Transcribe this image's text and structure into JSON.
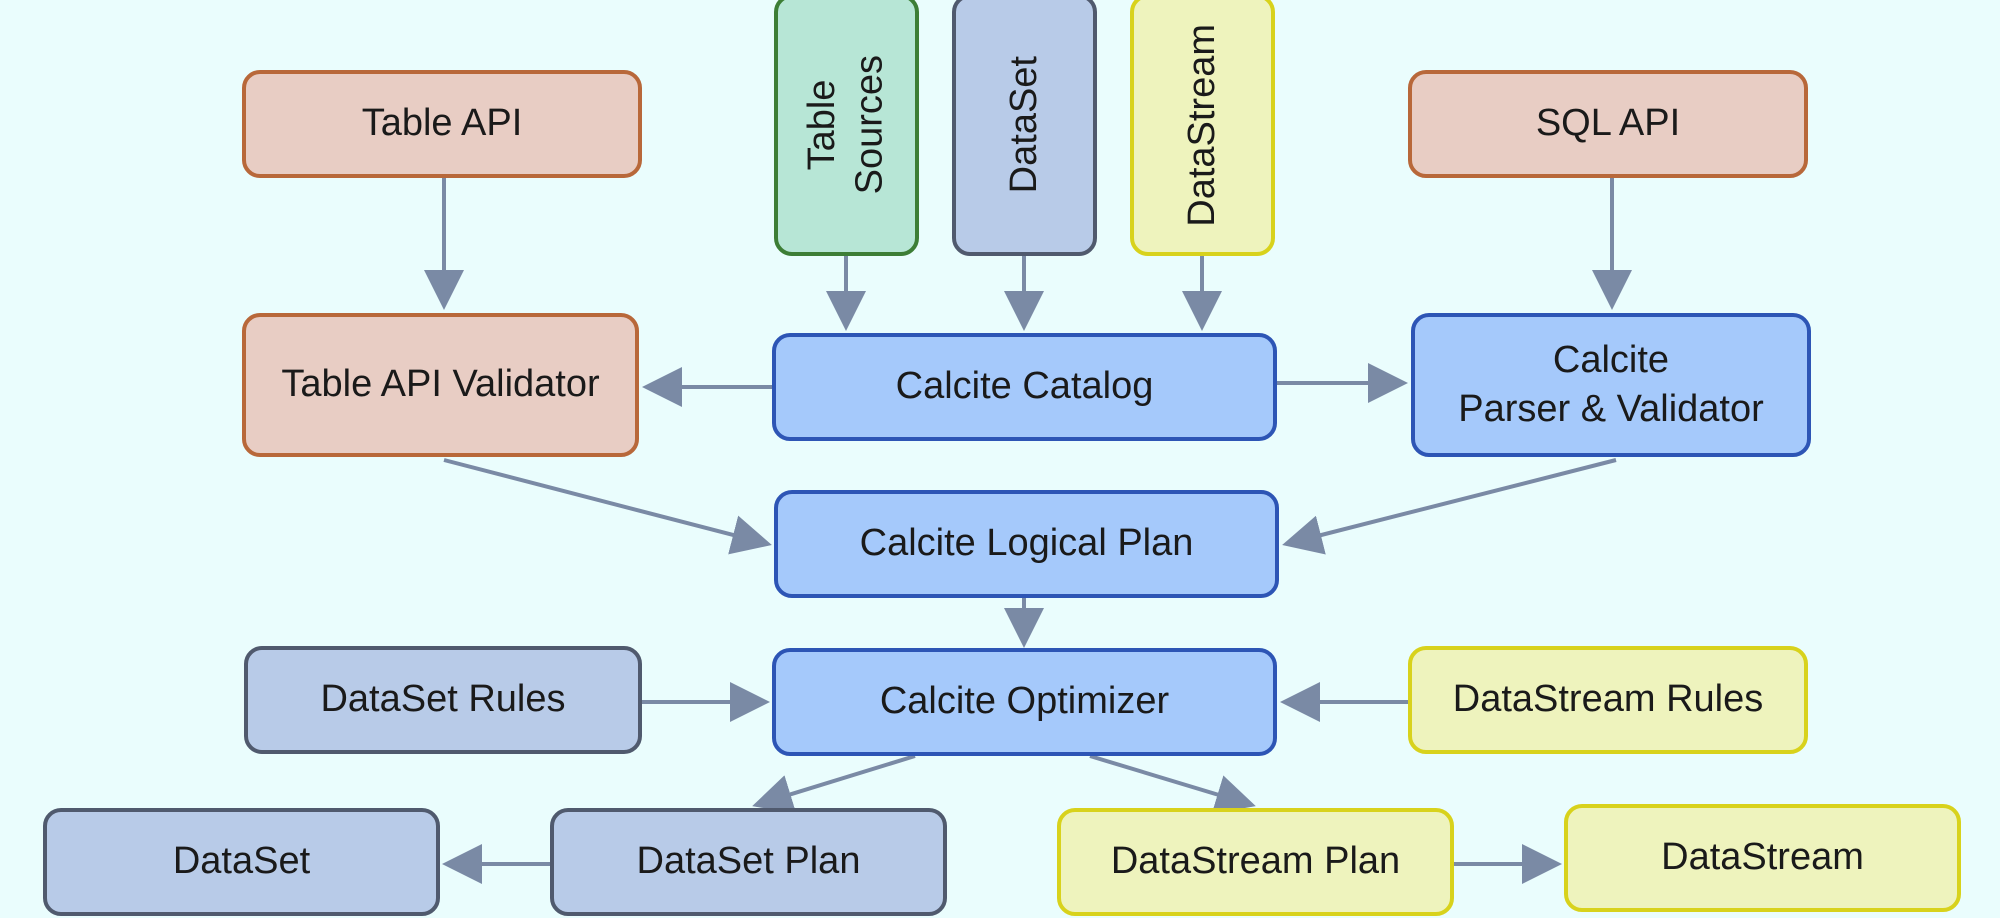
{
  "nodes": {
    "table_api": "Table API",
    "table_sources": "Table\nSources",
    "dataset_top": "DataSet",
    "datastream_top": "DataStream",
    "sql_api": "SQL API",
    "table_api_validator": "Table API Validator",
    "calcite_catalog": "Calcite Catalog",
    "calcite_parser_validator": "Calcite\nParser & Validator",
    "calcite_logical_plan": "Calcite Logical Plan",
    "dataset_rules": "DataSet Rules",
    "calcite_optimizer": "Calcite Optimizer",
    "datastream_rules": "DataStream Rules",
    "dataset_bottom": "DataSet",
    "dataset_plan": "DataSet Plan",
    "datastream_plan": "DataStream Plan",
    "datastream_bottom": "DataStream"
  },
  "colors": {
    "background": "#eafdfd",
    "arrow": "#7a8aa5",
    "salmon_fill": "#e8cdc4",
    "blue_fill": "#a5c9fb",
    "slate_fill": "#b8cbe8",
    "yellow_fill": "#eef3bd",
    "green_fill": "#b7e6d6"
  }
}
